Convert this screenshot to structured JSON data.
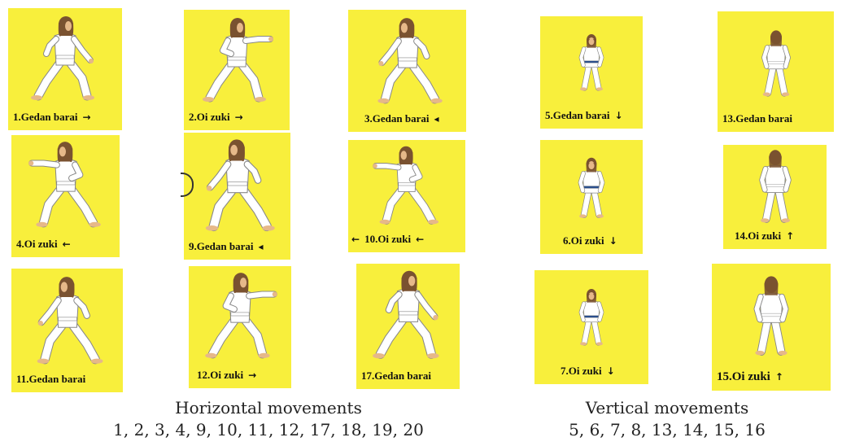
{
  "panels": [
    {
      "label": "1.Gedan barai",
      "arrow": "→",
      "pose": "lunge-right"
    },
    {
      "label": "2.Oi zuki",
      "arrow": "→",
      "pose": "punch-right"
    },
    {
      "label": "3.Gedan barai",
      "arrow": "◂",
      "pose": "lunge-left"
    },
    {
      "label": "5.Gedan barai",
      "arrow": "↓",
      "pose": "front"
    },
    {
      "label": "13.Gedan barai",
      "arrow": "",
      "pose": "back"
    },
    {
      "label": "4.Oi zuki",
      "arrow": "←",
      "pose": "punch-left"
    },
    {
      "label": "9.Gedan barai",
      "arrow": "◂",
      "pose": "lunge-left"
    },
    {
      "label": "10.Oi zuki",
      "arrow": "←",
      "pose": "punch-left"
    },
    {
      "label": "6.Oi zuki",
      "arrow": "↓",
      "pose": "front"
    },
    {
      "label": "14.Oi zuki",
      "arrow": "↑",
      "pose": "back"
    },
    {
      "label": "11.Gedan barai",
      "arrow": "",
      "pose": "lunge-left"
    },
    {
      "label": "12.Oi zuki",
      "arrow": "→",
      "pose": "punch-right"
    },
    {
      "label": "17.Gedan barai",
      "arrow": "",
      "pose": "lunge-right"
    },
    {
      "label": "7.Oi zuki",
      "arrow": "↓",
      "pose": "front"
    },
    {
      "label": "15.Oi zuki",
      "arrow": "↑",
      "pose": "back"
    }
  ],
  "captions": {
    "horizontal_title": "Horizontal movements",
    "horizontal_list": "1, 2, 3, 4, 9, 10, 11, 12, 17, 18, 19, 20",
    "vertical_title": "Vertical movements",
    "vertical_list": "5, 6, 7, 8, 13, 14, 15, 16"
  },
  "colors": {
    "panel": "#f8ef3c",
    "gi": "#ffffff",
    "hair": "#7a5230",
    "skin": "#e6b889",
    "belt": "#2b4f8c"
  }
}
